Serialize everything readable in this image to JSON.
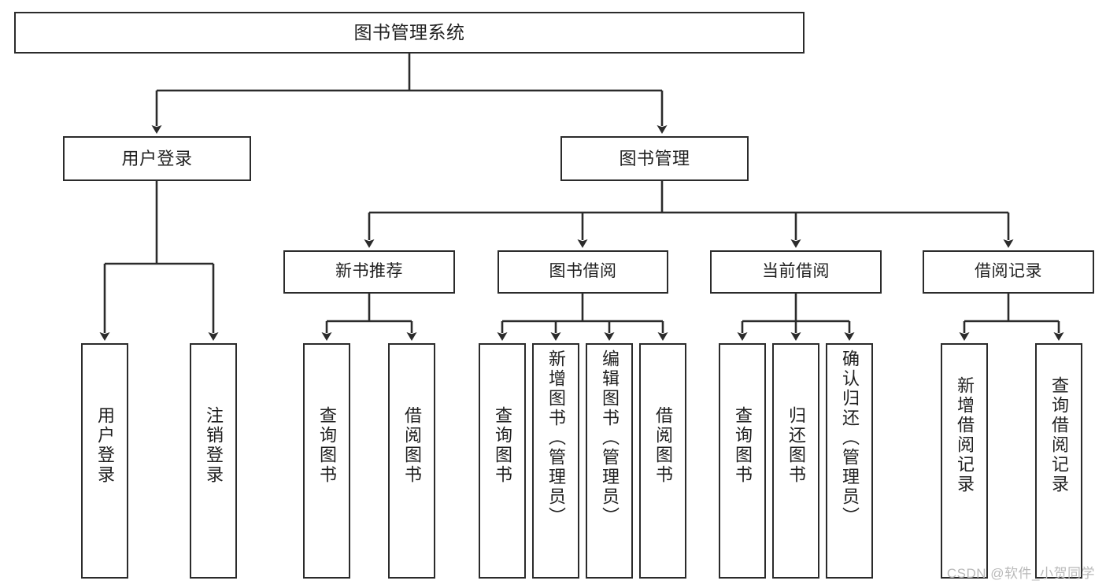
{
  "diagram": {
    "title": "图书管理系统",
    "type": "tree-hierarchy",
    "stroke_color": "#2b2b2b",
    "text_color": "#1f1f1f",
    "background_color": "#ffffff",
    "nodes": {
      "root": {
        "label": "图书管理系统"
      },
      "level1": [
        {
          "label": "用户登录"
        },
        {
          "label": "图书管理"
        }
      ],
      "level2": [
        {
          "label": "新书推荐"
        },
        {
          "label": "图书借阅"
        },
        {
          "label": "当前借阅"
        },
        {
          "label": "借阅记录"
        }
      ],
      "leaves": {
        "user_login": [
          {
            "label": "用户登录"
          },
          {
            "label": "注销登录"
          }
        ],
        "new_book_recommend": [
          {
            "label": "查询图书"
          },
          {
            "label": "借阅图书"
          }
        ],
        "book_borrow": [
          {
            "label": "查询图书"
          },
          {
            "label": "新增图书（管理员）"
          },
          {
            "label": "编辑图书（管理员）"
          },
          {
            "label": "借阅图书"
          }
        ],
        "current_borrow": [
          {
            "label": "查询图书"
          },
          {
            "label": "归还图书"
          },
          {
            "label": "确认归还（管理员）"
          }
        ],
        "borrow_record": [
          {
            "label": "新增借阅记录"
          },
          {
            "label": "查询借阅记录"
          }
        ]
      }
    }
  },
  "watermark": {
    "text": "CSDN @软件_小贺同学"
  }
}
